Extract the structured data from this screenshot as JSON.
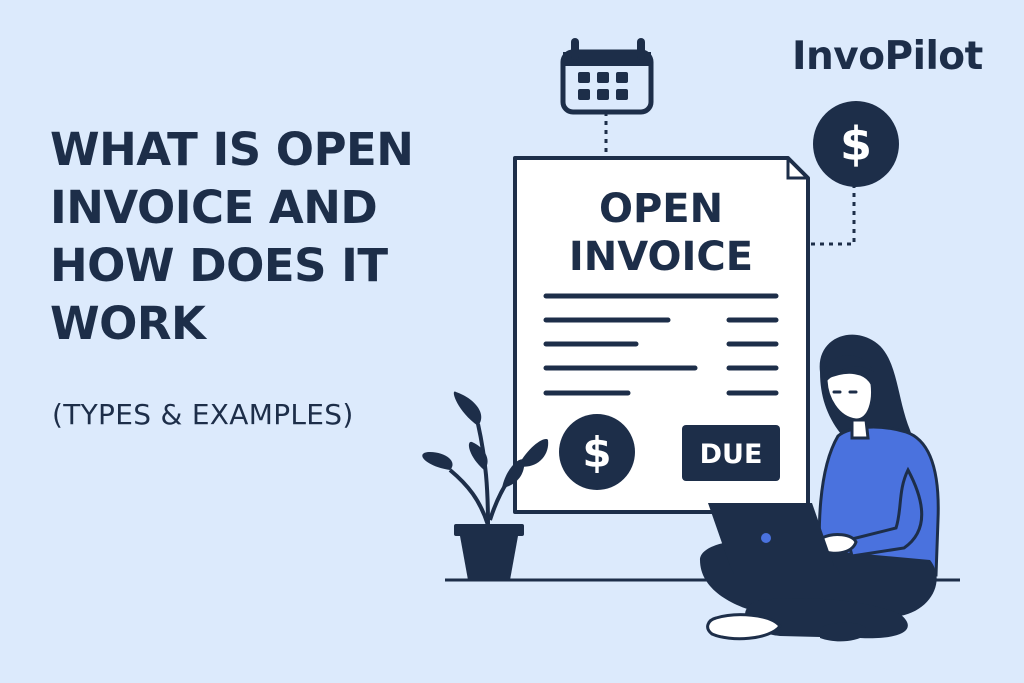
{
  "brand": {
    "name": "InvoPilot"
  },
  "headline": {
    "title": "WHAT IS OPEN INVOICE AND HOW DOES IT WORK",
    "subtitle": "(TYPES & EXAMPLES)"
  },
  "document": {
    "title_line1": "OPEN",
    "title_line2": "INVOICE",
    "currency_symbol": "$",
    "status_badge": "DUE"
  },
  "bubble": {
    "currency_symbol": "$"
  },
  "icons": {
    "calendar": "calendar-icon",
    "dollar": "dollar-icon",
    "plant": "potted-plant-icon",
    "laptop": "laptop-icon",
    "person": "person-illustration"
  },
  "colors": {
    "background": "#dceafc",
    "navy": "#1d2e49",
    "paper": "#ffffff",
    "sweater_blue": "#4a72de"
  }
}
